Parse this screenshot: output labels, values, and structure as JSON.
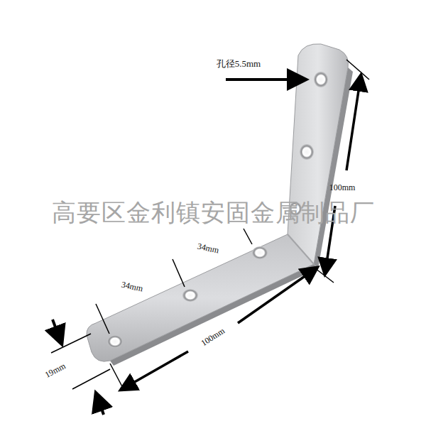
{
  "diagram": {
    "labels": [
      "孔径5.5mm",
      "100mm",
      "34mm",
      "34mm",
      "100mm",
      "19mm",
      "高要区金利镇安固金属制品厂"
    ]
  }
}
